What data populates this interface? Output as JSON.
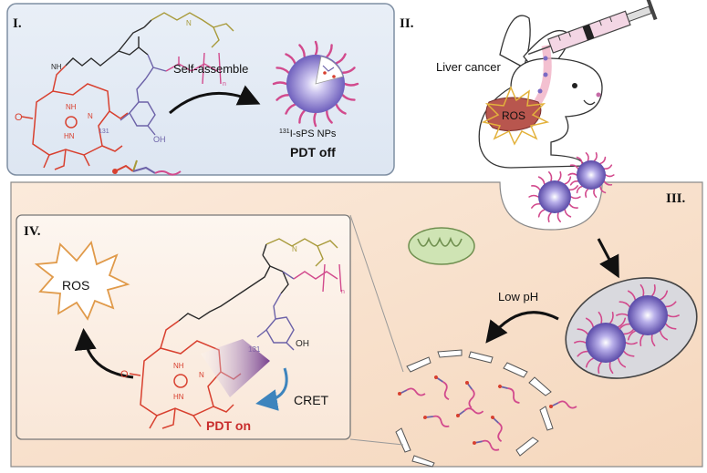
{
  "panels": {
    "p1": {
      "numeral": "I",
      "dot": "."
    },
    "p2": {
      "numeral": "II",
      "dot": "."
    },
    "p3": {
      "numeral": "III",
      "dot": "."
    },
    "p4": {
      "numeral": "IV",
      "dot": "."
    }
  },
  "labels": {
    "self_assemble": "Self-assemble",
    "np_superscript": "131",
    "np_name": "I-sPS NPs",
    "pdt_off": "PDT off",
    "liver_cancer": "Liver cancer",
    "ros_small": "ROS",
    "ros_big": "ROS",
    "low_ph": "Low pH",
    "cret": "CRET",
    "pdt_on": "PDT on"
  },
  "chem": {
    "oh_1": "OH",
    "oh_2": "OH",
    "iodine_1": "131",
    "iodine_2": "131",
    "nh_1": "NH",
    "nh_2": "N",
    "nh_3": "HN",
    "nh_4": "NH",
    "nh_5": "N",
    "nh_6": "HN",
    "n_plus": "N",
    "o": "O",
    "subscript_n": "n"
  },
  "colors": {
    "porphyrin": "#d8402f",
    "linker": "#2a2a2a",
    "amine": "#a89a3a",
    "tyrosine": "#6c62a8",
    "peg": "#d24a8d",
    "panel_fill": "#e3ebf5",
    "panel_border": "#7f8fa3",
    "cell_fill": "#f6e1cf",
    "np_core": "#7a6ac4",
    "pdt_on": "#c82c2c",
    "cret_arrow": "#3d84bd"
  },
  "icons": [
    "syringe-icon",
    "rabbit-icon",
    "mitochondrion-icon",
    "endosome-icon",
    "nanoparticle-icon",
    "ros-burst-icon"
  ]
}
